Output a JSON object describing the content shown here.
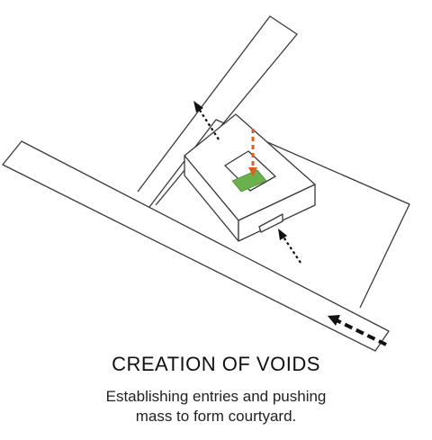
{
  "caption": {
    "title": "CREATION OF VOIDS",
    "line1": "Establishing entries and pushing",
    "line2": "mass to form courtyard."
  },
  "colors": {
    "stroke": "#3a3a3a",
    "arrow_black": "#111111",
    "arrow_orange": "#d9601f",
    "courtyard_green": "#6ab04c",
    "background": "#ffffff"
  }
}
